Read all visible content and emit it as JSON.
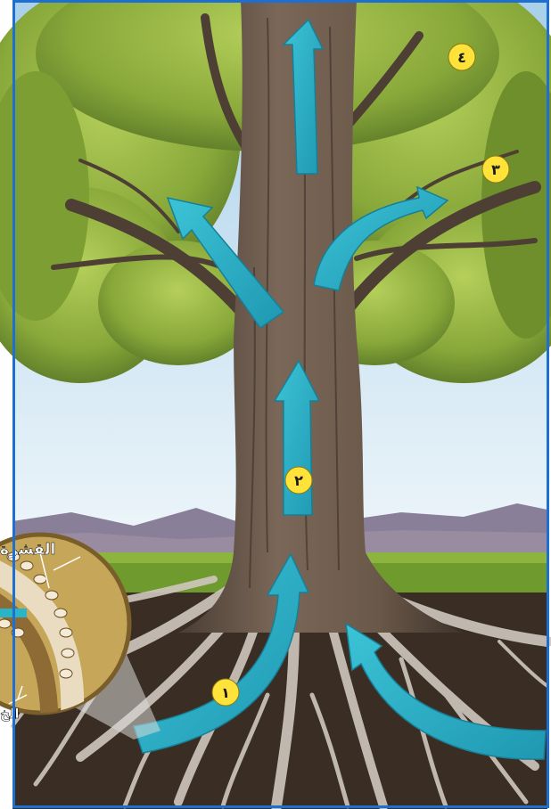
{
  "markers": [
    {
      "id": "1",
      "label": "١"
    },
    {
      "id": "2",
      "label": "٢"
    },
    {
      "id": "3",
      "label": "٣"
    },
    {
      "id": "4",
      "label": "٤"
    }
  ],
  "inset": {
    "label_top": "القشرة",
    "label_bottom": "الخ"
  },
  "colors": {
    "frame": "#1f6fd1",
    "arrow": "#2bb3c8",
    "marker_fill": "#ffe23a",
    "marker_text": "#1a1a1a",
    "trunk": "#6b5a4c",
    "foliage": "#8fb23c",
    "sky": "#dfeef6",
    "grass": "#6f9a2e",
    "soil": "#3a2d23"
  }
}
